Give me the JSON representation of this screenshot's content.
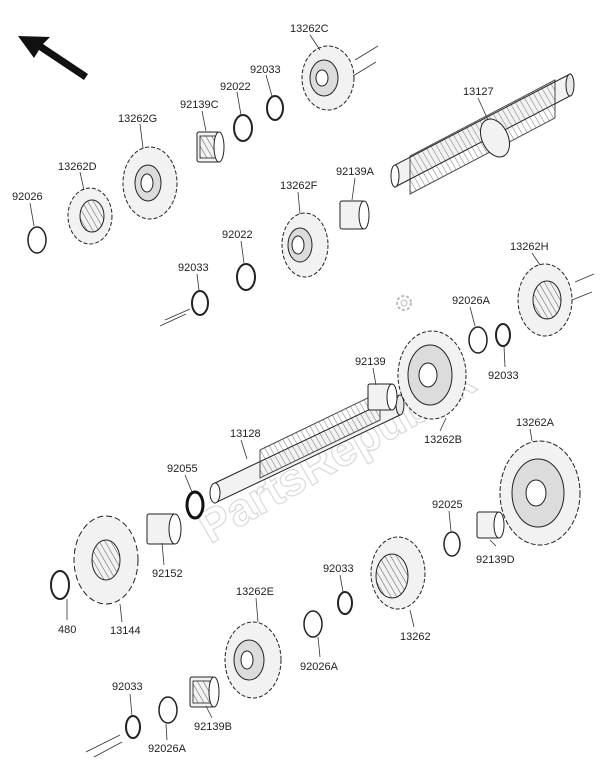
{
  "watermark": "PartsRepublik",
  "parts": {
    "p13262C": "13262C",
    "p92033a": "92033",
    "p92022a": "92022",
    "p92139C": "92139C",
    "p13262G": "13262G",
    "p13262D": "13262D",
    "p92026": "92026",
    "p13127": "13127",
    "p92139A": "92139A",
    "p13262F": "13262F",
    "p92022b": "92022",
    "p92033b": "92033",
    "p13262H": "13262H",
    "p92026A_a": "92026A",
    "p92033c": "92033",
    "p92139": "92139",
    "p13262B": "13262B",
    "p13128": "13128",
    "p92055": "92055",
    "p13262A": "13262A",
    "p92025": "92025",
    "p92139D": "92139D",
    "p92152": "92152",
    "p480": "480",
    "p13144": "13144",
    "p13262E": "13262E",
    "p92033d": "92033",
    "p13262": "13262",
    "p92026A_b": "92026A",
    "p92033e": "92033",
    "p92139B": "92139B",
    "p92026A_c": "92026A"
  }
}
